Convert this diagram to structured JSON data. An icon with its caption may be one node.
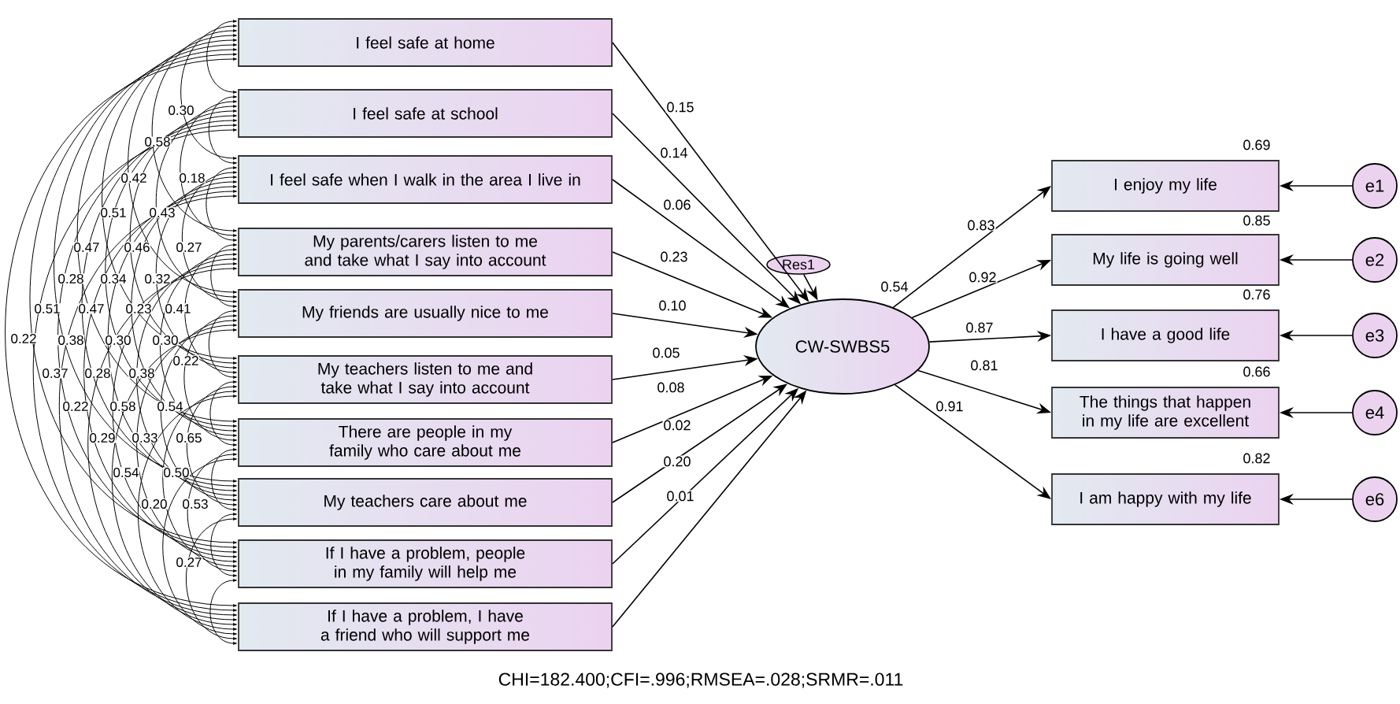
{
  "diagram": {
    "caption": "CHI=182.400;CFI=.996;RMSEA=.028;SRMR=.011",
    "nodes": [
      {
        "text": [
          "I feel safe at home"
        ]
      },
      {
        "text": [
          "I feel safe at school"
        ]
      },
      {
        "text": [
          "I feel safe when I walk in the area I live in"
        ]
      },
      {
        "text": [
          "My parents/carers listen to me and take what I say into account"
        ]
      },
      {
        "text": [
          "My friends are usually nice to me"
        ]
      },
      {
        "text": [
          "My teachers listen to me and take what I say into account"
        ]
      },
      {
        "text": [
          "There are people in my family who care about me"
        ]
      },
      {
        "text": [
          "My teachers care about me"
        ]
      },
      {
        "text": [
          "If I have a problem, people in my family will help me"
        ]
      },
      {
        "text": [
          "If I have a problem, I have a friend who will support me"
        ]
      },
      {
        "text": [
          "Res1"
        ]
      },
      {
        "text": [
          "CW-SWBS5"
        ],
        "beside": [
          "0.54"
        ]
      },
      {
        "text": [
          "I enjoy my life"
        ],
        "beside": [
          "0.69"
        ]
      },
      {
        "text": [
          "My life is going well"
        ],
        "beside": [
          "0.85"
        ]
      },
      {
        "text": [
          "I have a good life"
        ],
        "beside": [
          "0.76"
        ]
      },
      {
        "text": [
          "The things that happen in my life are excellent"
        ],
        "beside": [
          "0.66"
        ]
      },
      {
        "text": [
          "I am happy with my life"
        ],
        "beside": [
          "0.82"
        ]
      },
      {
        "text": [
          "e1"
        ]
      },
      {
        "text": [
          "e2"
        ]
      },
      {
        "text": [
          "e3"
        ]
      },
      {
        "text": [
          "e4"
        ]
      },
      {
        "text": [
          "e6"
        ]
      }
    ],
    "edges": [
      {
        "from": 0,
        "to": 11,
        "arrow": "to",
        "label": "0.15"
      },
      {
        "from": 1,
        "to": 11,
        "arrow": "to",
        "label": "0.14"
      },
      {
        "from": 2,
        "to": 11,
        "arrow": "to",
        "label": "0.06"
      },
      {
        "from": 3,
        "to": 11,
        "arrow": "to",
        "label": "0.23"
      },
      {
        "from": 4,
        "to": 11,
        "arrow": "to",
        "label": "0.10"
      },
      {
        "from": 5,
        "to": 11,
        "arrow": "to",
        "label": "0.05"
      },
      {
        "from": 6,
        "to": 11,
        "arrow": "to",
        "label": "0.08"
      },
      {
        "from": 7,
        "to": 11,
        "arrow": "to",
        "label": "0.02"
      },
      {
        "from": 8,
        "to": 11,
        "arrow": "to",
        "label": "0.20"
      },
      {
        "from": 9,
        "to": 11,
        "arrow": "to",
        "label": "0.01"
      },
      {
        "from": 10,
        "to": 11,
        "arrow": "to"
      },
      {
        "from": 11,
        "to": 12,
        "arrow": "to",
        "label": "0.83"
      },
      {
        "from": 11,
        "to": 13,
        "arrow": "to",
        "label": "0.92"
      },
      {
        "from": 11,
        "to": 14,
        "arrow": "to",
        "label": "0.87"
      },
      {
        "from": 11,
        "to": 15,
        "arrow": "to",
        "label": "0.81"
      },
      {
        "from": 11,
        "to": 16,
        "arrow": "to",
        "label": "0.91"
      },
      {
        "from": 17,
        "to": 12,
        "arrow": "to"
      },
      {
        "from": 18,
        "to": 13,
        "arrow": "to"
      },
      {
        "from": 19,
        "to": 14,
        "arrow": "to"
      },
      {
        "from": 20,
        "to": 15,
        "arrow": "to"
      },
      {
        "from": 21,
        "to": 16,
        "arrow": "to"
      },
      {
        "from": 0,
        "to": 1,
        "arrow": "both"
      },
      {
        "from": 0,
        "to": 2,
        "arrow": "both"
      },
      {
        "from": 0,
        "to": 3,
        "arrow": "both"
      },
      {
        "from": 0,
        "to": 4,
        "arrow": "both"
      },
      {
        "from": 0,
        "to": 5,
        "arrow": "both"
      },
      {
        "from": 0,
        "to": 6,
        "arrow": "both"
      },
      {
        "from": 0,
        "to": 7,
        "arrow": "both"
      },
      {
        "from": 0,
        "to": 8,
        "arrow": "both"
      },
      {
        "from": 0,
        "to": 9,
        "arrow": "both"
      },
      {
        "from": 1,
        "to": 2,
        "arrow": "both"
      },
      {
        "from": 1,
        "to": 3,
        "arrow": "both"
      },
      {
        "from": 1,
        "to": 4,
        "arrow": "both"
      },
      {
        "from": 1,
        "to": 5,
        "arrow": "both"
      },
      {
        "from": 1,
        "to": 6,
        "arrow": "both"
      },
      {
        "from": 1,
        "to": 7,
        "arrow": "both"
      },
      {
        "from": 1,
        "to": 8,
        "arrow": "both"
      },
      {
        "from": 1,
        "to": 9,
        "arrow": "both"
      },
      {
        "from": 2,
        "to": 3,
        "arrow": "both"
      },
      {
        "from": 2,
        "to": 4,
        "arrow": "both"
      },
      {
        "from": 2,
        "to": 5,
        "arrow": "both"
      },
      {
        "from": 2,
        "to": 6,
        "arrow": "both"
      },
      {
        "from": 2,
        "to": 7,
        "arrow": "both"
      },
      {
        "from": 2,
        "to": 8,
        "arrow": "both"
      },
      {
        "from": 2,
        "to": 9,
        "arrow": "both"
      },
      {
        "from": 3,
        "to": 4,
        "arrow": "both"
      },
      {
        "from": 3,
        "to": 5,
        "arrow": "both"
      },
      {
        "from": 3,
        "to": 6,
        "arrow": "both"
      },
      {
        "from": 3,
        "to": 7,
        "arrow": "both"
      },
      {
        "from": 3,
        "to": 8,
        "arrow": "both"
      },
      {
        "from": 3,
        "to": 9,
        "arrow": "both"
      },
      {
        "from": 4,
        "to": 5,
        "arrow": "both"
      },
      {
        "from": 4,
        "to": 6,
        "arrow": "both"
      },
      {
        "from": 4,
        "to": 7,
        "arrow": "both"
      },
      {
        "from": 4,
        "to": 8,
        "arrow": "both"
      },
      {
        "from": 4,
        "to": 9,
        "arrow": "both"
      },
      {
        "from": 5,
        "to": 6,
        "arrow": "both"
      },
      {
        "from": 5,
        "to": 7,
        "arrow": "both"
      },
      {
        "from": 5,
        "to": 8,
        "arrow": "both"
      },
      {
        "from": 5,
        "to": 9,
        "arrow": "both"
      },
      {
        "from": 6,
        "to": 7,
        "arrow": "both"
      },
      {
        "from": 6,
        "to": 8,
        "arrow": "both"
      },
      {
        "from": 6,
        "to": 9,
        "arrow": "both"
      },
      {
        "from": 7,
        "to": 8,
        "arrow": "both"
      },
      {
        "from": 7,
        "to": 9,
        "arrow": "both"
      },
      {
        "from": 8,
        "to": 9,
        "arrow": "both"
      }
    ],
    "labels": [
      "0.30",
      "0.58",
      "0.42",
      "0.18",
      "0.51",
      "0.43",
      "0.47",
      "0.46",
      "0.27",
      "0.28",
      "0.34",
      "0.32",
      "0.51",
      "0.47",
      "0.23",
      "0.41",
      "0.22",
      "0.38",
      "0.30",
      "0.30",
      "0.22",
      "0.37",
      "0.28",
      "0.38",
      "0.22",
      "0.58",
      "0.54",
      "0.29",
      "0.33",
      "0.65",
      "0.54",
      "0.50",
      "0.20",
      "0.53",
      "0.27"
    ]
  }
}
